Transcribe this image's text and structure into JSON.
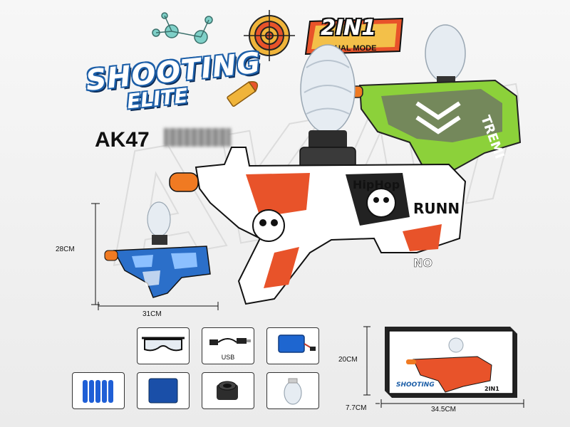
{
  "logo": {
    "line1": "SHOOTING",
    "line2": "ELITE"
  },
  "model": {
    "name": "AK47"
  },
  "badge": {
    "title": "2IN1",
    "subtitle": "DUAL MODE"
  },
  "watermark": "AK47",
  "dimensions": {
    "gun_height": "28CM",
    "gun_width": "31CM",
    "box_height": "20CM",
    "box_depth": "7.7CM",
    "box_width": "34.5CM"
  },
  "accessories": {
    "goggles": "",
    "usb_cable": "USB",
    "battery": "",
    "foam_darts": "",
    "gel_beads": "",
    "bottle_adapter": "",
    "ammo_bottle": ""
  },
  "colors": {
    "main_gun": "#e8532a",
    "green_gun": "#8cd13a",
    "blue_gun": "#2b6fc9",
    "logo_blue": "#1d5fa8",
    "dart_blue": "#1f5fd6",
    "battery_blue": "#1e66d0"
  },
  "icons": [
    "molecule-icon",
    "target-icon",
    "bullet-icon"
  ]
}
